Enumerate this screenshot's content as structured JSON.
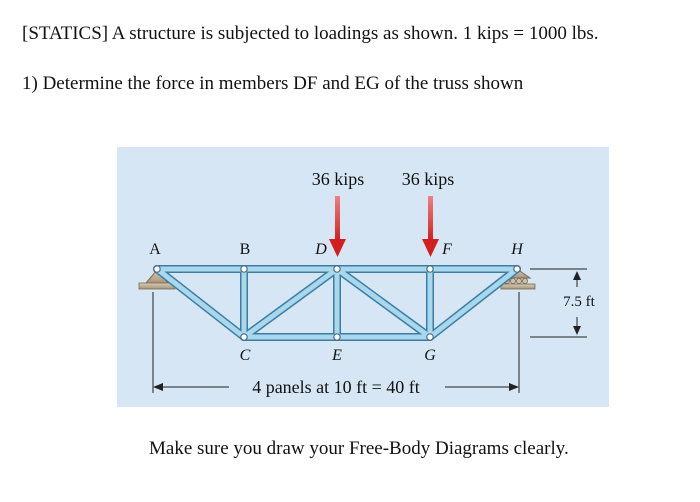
{
  "problem": {
    "heading": "[STATICS] A structure is subjected to loadings as shown. 1 kips = 1000 lbs.",
    "question": "1) Determine the force in members DF and EG of the truss shown"
  },
  "figure": {
    "load_left": "36 kips",
    "load_right": "36 kips",
    "nodes": {
      "A": "A",
      "B": "B",
      "C": "C",
      "D": "D",
      "E": "E",
      "F": "F",
      "G": "G",
      "H": "H"
    },
    "height_dim": "7.5 ft",
    "span_dim": "4 panels at 10 ft = 40 ft"
  },
  "note": "Make sure you draw your Free-Body Diagrams clearly.",
  "colors": {
    "figure_bg": "#d6e6f4",
    "member": "#9fd0e6",
    "member_edge": "#3c7ea3",
    "load_arrow": "#cc2020",
    "support": "#b8a58c"
  }
}
